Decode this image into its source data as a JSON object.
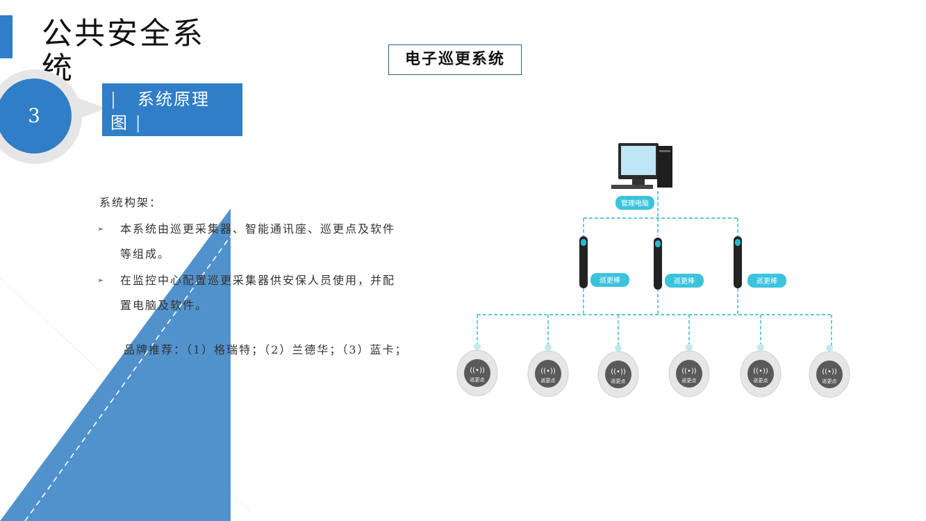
{
  "header": {
    "title": "公共安全系统",
    "section_number": "3",
    "section_title": "系统原理图"
  },
  "diagram_title": "电子巡更系统",
  "content": {
    "intro": "系统构架：",
    "bullets": [
      "本系统由巡更采集器、智能通讯座、巡更点及软件等组成。",
      "在监控中心配置巡更采集器供安保人员使用，并配置电脑及软件。"
    ],
    "brand": "品牌推荐：（1）格瑞特；（2）兰德华；（3）蓝卡；"
  },
  "diagram": {
    "computer_label": "管理电脑",
    "stick_label": "巡更棒",
    "point_label": "巡更点",
    "point_symbol": "((•))"
  },
  "colors": {
    "accent": "#2f7ec7",
    "deco_triangle": "#3f86c6",
    "tag": "#3cc3dc",
    "connector": "#2fb6cf"
  }
}
